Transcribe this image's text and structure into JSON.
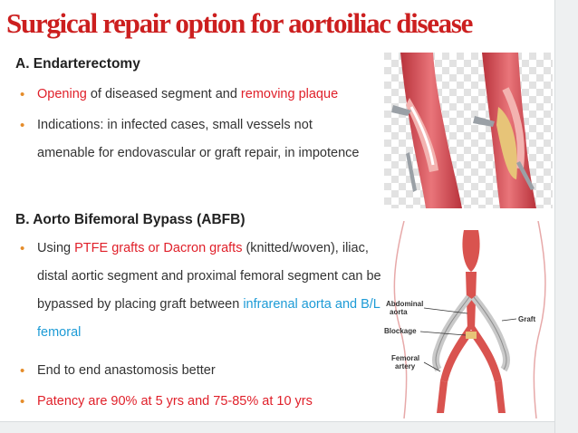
{
  "title": "Surgical repair option for aortoiliac disease",
  "section_a": {
    "heading": "A. Endarterectomy",
    "bullet1": {
      "part1": "Opening",
      "part2": " of diseased segment and ",
      "part3": "removing plaque"
    },
    "bullet2": "Indications: in infected cases, small vessels not amenable for endovascular or graft repair, in impotence"
  },
  "section_b": {
    "heading": "B. Aorto Bifemoral Bypass (ABFB)",
    "bullet1": {
      "part1": "Using ",
      "part2": "PTFE grafts or Dacron grafts",
      "part3": " (knitted/woven), iliac, distal aortic segment and proximal femoral segment can be bypassed by placing graft between ",
      "part4": "infrarenal aorta and B/L femoral"
    },
    "bullet2": "End to end anastomosis better",
    "bullet3": "Patency are 90% at 5 yrs and 75-85% at 10 yrs"
  },
  "diagram": {
    "label_aorta_1": "Abdominal",
    "label_aorta_2": "aorta",
    "label_graft": "Graft",
    "label_blockage": "Blockage",
    "label_femoral_1": "Femoral",
    "label_femoral_2": "artery"
  },
  "colors": {
    "title": "#cc1f1f",
    "highlight_red": "#e0202a",
    "highlight_blue": "#1d9bd6",
    "bullet": "#e58c2a"
  }
}
